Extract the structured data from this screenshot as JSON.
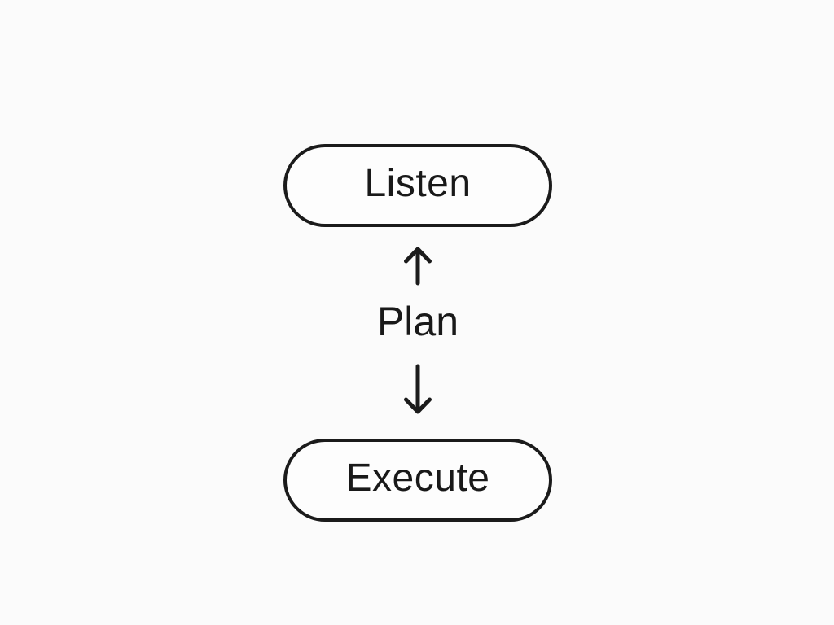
{
  "diagram": {
    "background_color": "#fbfbfb",
    "stroke_color": "#1b1b1b",
    "text_color": "#191919",
    "nodes": [
      {
        "id": "listen",
        "label": "Listen"
      },
      {
        "id": "execute",
        "label": "Execute"
      }
    ],
    "connector": {
      "label": "Plan",
      "arrow_up_icon": "arrow pointing up toward Listen",
      "arrow_down_icon": "arrow pointing down toward Execute"
    }
  }
}
